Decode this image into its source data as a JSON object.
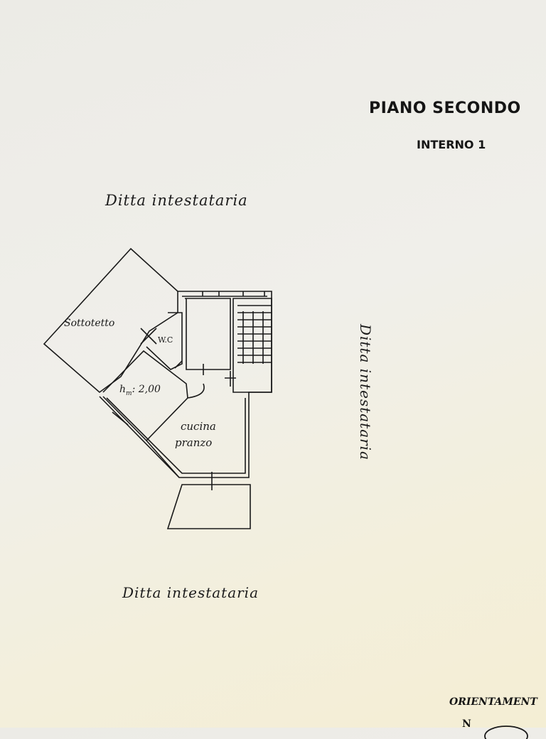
{
  "title": "PIANO SECONDO",
  "subtitle": "INTERNO 1",
  "neighbors": {
    "top": "Ditta intestataria",
    "right": "Ditta intestataria",
    "bottom": "Ditta intestataria"
  },
  "rooms": {
    "sottotetto": "Sottotetto",
    "wc": "W.C",
    "height": "h",
    "height_sub": "m",
    "height_value": ": 2,00",
    "kitchen_line1": "cucina",
    "kitchen_line2": "pranzo"
  },
  "orientation_label": "ORIENTAMENT",
  "north_letter": "N"
}
